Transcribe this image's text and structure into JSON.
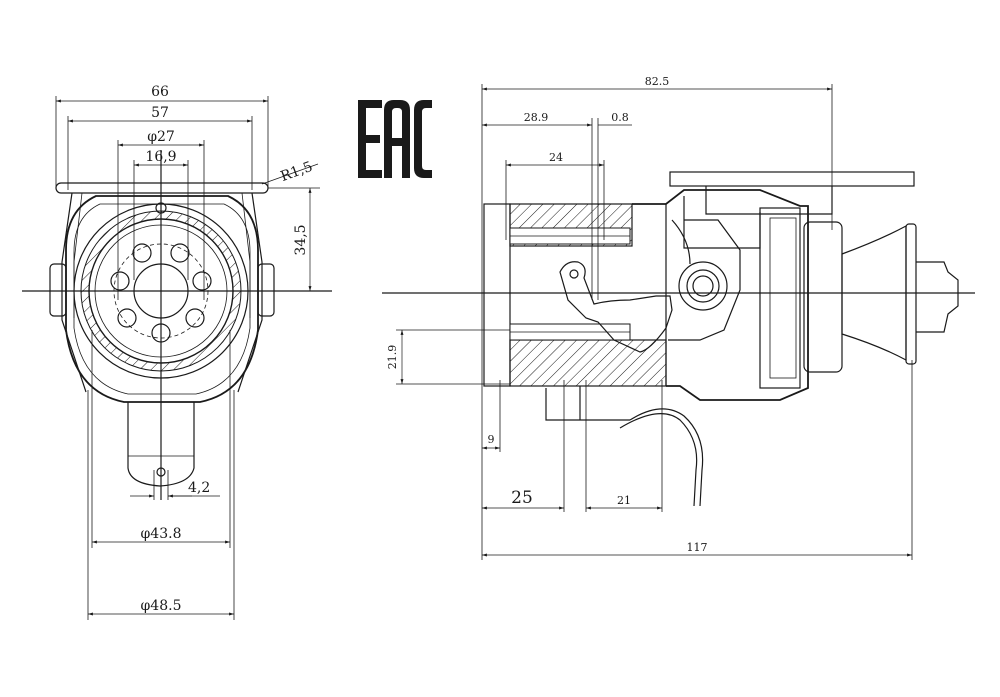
{
  "logo_text": "EAC",
  "front_view": {
    "dims": {
      "d66": "66",
      "d57": "57",
      "d27": "φ27",
      "d16_9": "16,9",
      "r1_5": "R1,5",
      "d34_5": "34,5",
      "d4_2": "4,2",
      "d43_8": "φ43.8",
      "d48_5": "φ48.5"
    }
  },
  "side_view": {
    "dims": {
      "d82_5": "82.5",
      "d28_9": "28.9",
      "d0_8": "0.8",
      "d24": "24",
      "d21_9": "21.9",
      "d9": "9",
      "d25": "25",
      "d21": "21",
      "d117": "117"
    }
  }
}
